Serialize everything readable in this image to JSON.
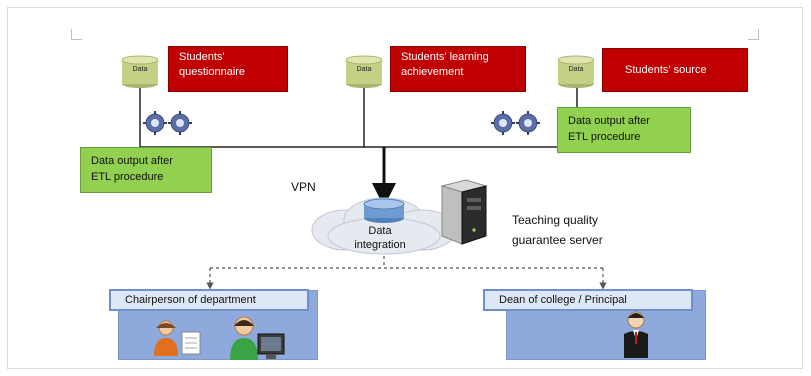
{
  "sources": [
    {
      "db_label": "Data",
      "title_lines": [
        "Students'",
        "questionnaire"
      ]
    },
    {
      "db_label": "Data",
      "title_lines": [
        "Students' learning",
        "achievement"
      ]
    },
    {
      "db_label": "Data",
      "title_lines": [
        "Students' source"
      ]
    }
  ],
  "etl_left": {
    "lines": [
      "Data output after",
      "ETL procedure"
    ]
  },
  "etl_right": {
    "lines": [
      "Data output after",
      "ETL procedure"
    ]
  },
  "vpn_label": "VPN",
  "integration": {
    "lines": [
      "Data",
      "integration"
    ]
  },
  "server": {
    "lines": [
      "Teaching quality",
      "guarantee server"
    ]
  },
  "receivers": [
    {
      "title": "Chairperson of department"
    },
    {
      "title": "Dean of college / Principal"
    }
  ],
  "colors": {
    "source_box": "#c00000",
    "etl_box": "#92d050",
    "panel": "#8ea9db",
    "panel_header": "#dde8f6"
  }
}
